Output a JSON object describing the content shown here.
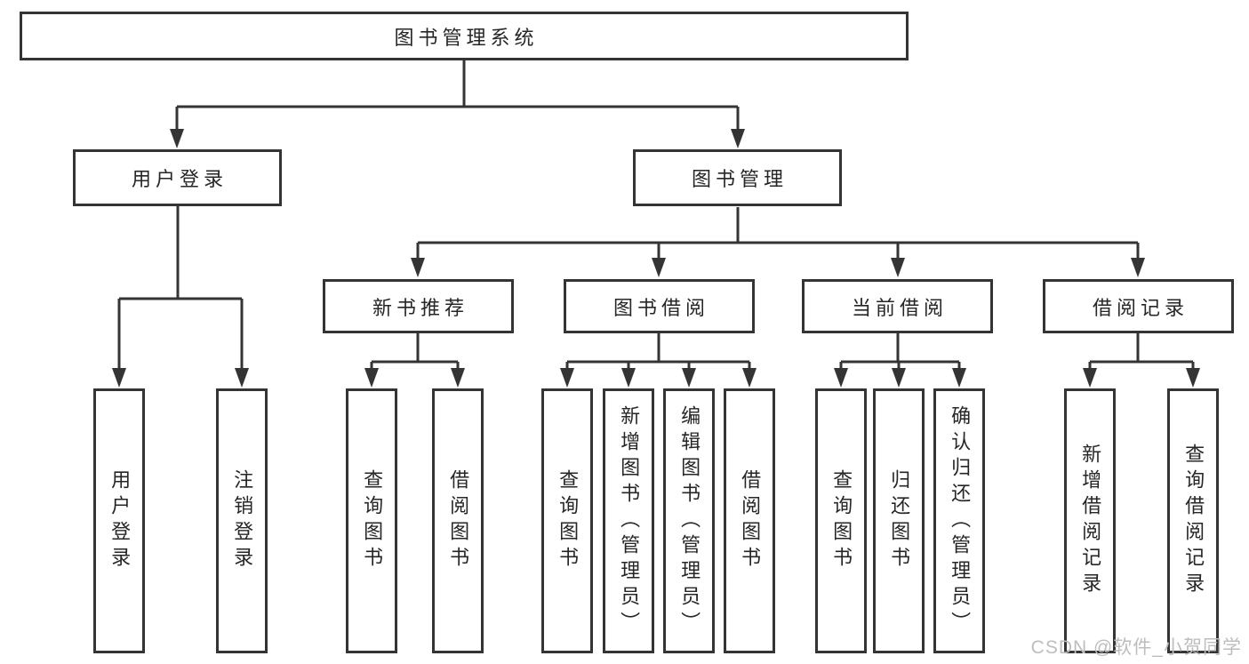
{
  "colors": {
    "line": "#343434",
    "text": "#262626",
    "watermark": "#bdbdbd",
    "background": "#ffffff"
  },
  "watermark": {
    "text": "CSDN @软件_小贺同学"
  },
  "tree": {
    "root": {
      "label": "图书管理系统"
    },
    "branches": [
      {
        "label": "用户登录",
        "children": [
          {
            "label": "用户登录"
          },
          {
            "label": "注销登录"
          }
        ]
      },
      {
        "label": "图书管理",
        "children": [
          {
            "label": "新书推荐",
            "children": [
              {
                "label": "查询图书"
              },
              {
                "label": "借阅图书"
              }
            ]
          },
          {
            "label": "图书借阅",
            "children": [
              {
                "label": "查询图书"
              },
              {
                "label": "新增图书（管理员）"
              },
              {
                "label": "编辑图书（管理员）"
              },
              {
                "label": "借阅图书"
              }
            ]
          },
          {
            "label": "当前借阅",
            "children": [
              {
                "label": "查询图书"
              },
              {
                "label": "归还图书"
              },
              {
                "label": "确认归还（管理员）"
              }
            ]
          },
          {
            "label": "借阅记录",
            "children": [
              {
                "label": "新增借阅记录"
              },
              {
                "label": "查询借阅记录"
              }
            ]
          }
        ]
      }
    ]
  }
}
